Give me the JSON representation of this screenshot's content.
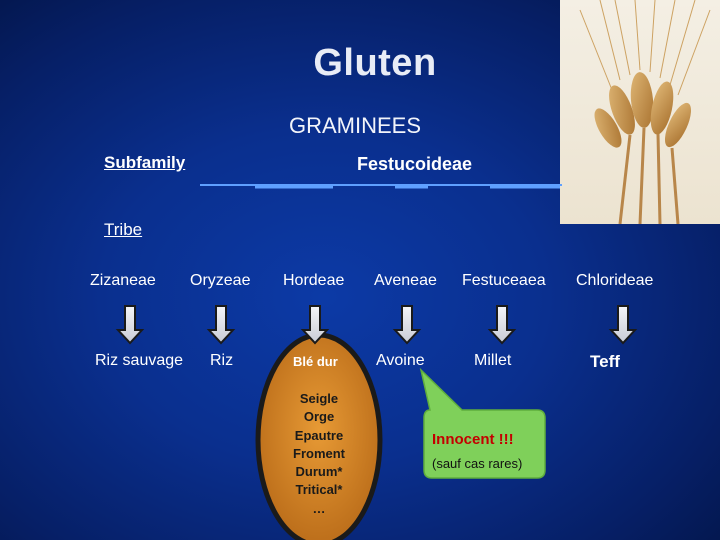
{
  "slide": {
    "title": "Gluten",
    "subtitle": "GRAMINEES",
    "subfamily_label": "Subfamily",
    "subfamily_name": "Festucoideae",
    "tribe_label": "Tribe"
  },
  "tribes": [
    "Zizaneae",
    "Oryzeae",
    "Hordeae",
    "Aveneae",
    "Festuceaea",
    "Chlorideae"
  ],
  "foods": [
    "Riz sauvage",
    "Riz",
    "Blé  dur",
    "Avoine",
    "Millet",
    "Teff"
  ],
  "gluten_cereals": [
    "Seigle",
    "Orge",
    "Epautre",
    "Froment",
    "Durum*",
    "Tritical*",
    "…"
  ],
  "bubble": {
    "line1": "Innocent !!!",
    "line2": "(sauf cas rares)"
  },
  "colors": {
    "background": "#0a2f8e",
    "arrow": "#e4e7ee",
    "oval": "#c8791f",
    "bubble": "#7fd05a",
    "accent": "#c40000"
  }
}
